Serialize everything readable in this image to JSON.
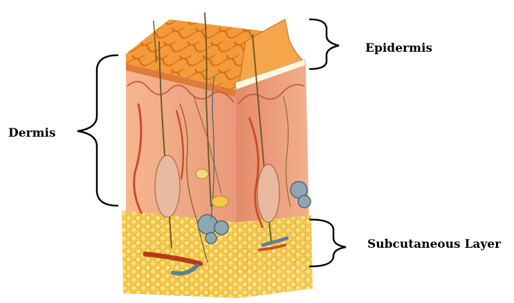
{
  "labels": {
    "epidermis": "Epidermis",
    "dermis": "Dermis",
    "subcutaneous": "Subcutaneous Layer"
  },
  "colors": {
    "epidermis_surface": "#f7a441",
    "epidermis_pattern": "#e8791c",
    "dermis": "#f2b292",
    "dermis_dark": "#e08a62",
    "subcutaneous_fat": "#f8d55a",
    "hair": "#6a5a2a",
    "nerve": "#8a6a30",
    "gland": "#7f9fb0",
    "blood_vessel": "#d04a20",
    "bracket": "#000000"
  }
}
